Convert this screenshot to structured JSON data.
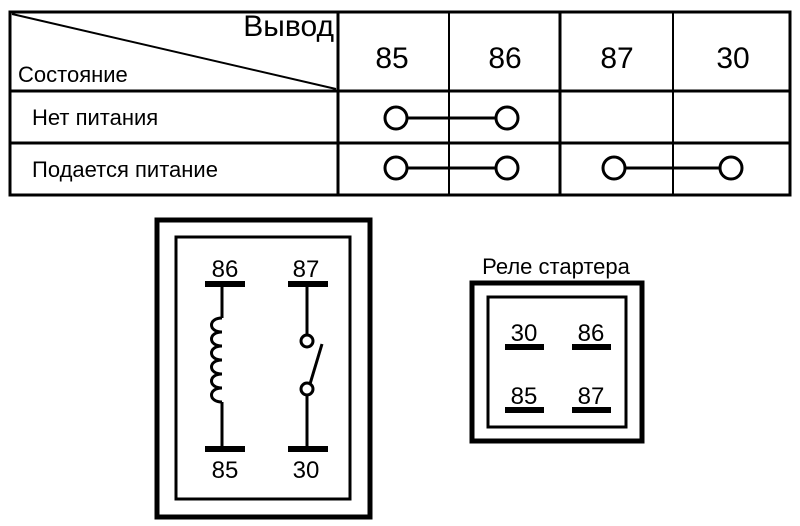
{
  "table": {
    "corner_top": "Вывод",
    "corner_bottom": "Состояние",
    "pins": [
      "85",
      "86",
      "87",
      "30"
    ],
    "rows": [
      {
        "label": "Нет питания",
        "connections": [
          [
            "85",
            "86"
          ]
        ]
      },
      {
        "label": "Подается питание",
        "connections": [
          [
            "85",
            "86"
          ],
          [
            "87",
            "30"
          ]
        ]
      }
    ]
  },
  "relay_schematic": {
    "top_left": "86",
    "top_right": "87",
    "bottom_left": "85",
    "bottom_right": "30"
  },
  "starter_relay": {
    "title": "Реле стартера",
    "pins": [
      "30",
      "86",
      "85",
      "87"
    ]
  }
}
